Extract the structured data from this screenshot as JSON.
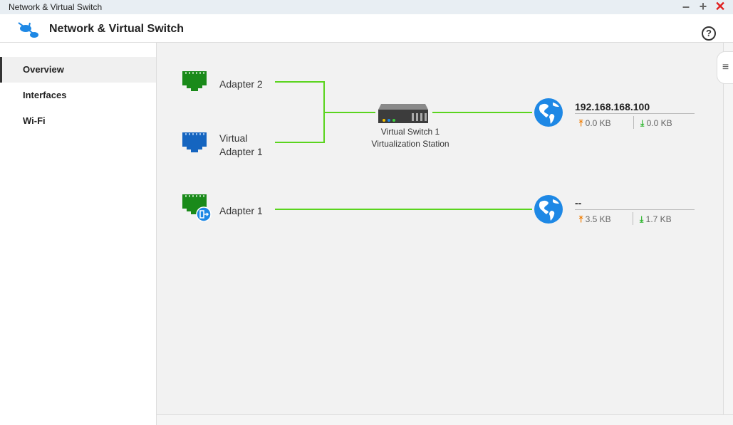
{
  "window": {
    "title": "Network & Virtual Switch",
    "controls": [
      "minimize",
      "maximize",
      "close"
    ]
  },
  "header": {
    "title": "Network & Virtual Switch",
    "help": "?"
  },
  "sidebar": {
    "items": [
      {
        "label": "Overview",
        "selected": true
      },
      {
        "label": "Interfaces"
      },
      {
        "label": "Wi-Fi"
      }
    ]
  },
  "diagram": {
    "adapters": [
      {
        "label": "Adapter 2",
        "color": "#1a8a1a"
      },
      {
        "label": "Virtual Adapter 1",
        "line1": "Virtual",
        "line2": "Adapter 1",
        "color": "#1565c0"
      },
      {
        "label": "Adapter 1",
        "color": "#1a8a1a"
      }
    ],
    "switch": {
      "name": "Virtual Switch 1",
      "owner": "Virtualization Station"
    },
    "networks": [
      {
        "ip": "192.168.168.100",
        "upload": "0.0 KB",
        "download": "0.0 KB"
      },
      {
        "ip": "--",
        "upload": "3.5 KB",
        "download": "1.7 KB"
      }
    ],
    "line_color": "#5ad41e"
  }
}
